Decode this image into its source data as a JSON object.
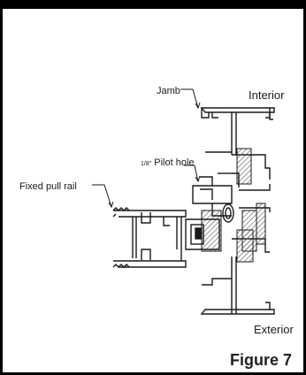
{
  "labels": {
    "jamb": "Jamb",
    "interior": "Interior",
    "pilot_fraction": "1/8\"",
    "pilot_text": " Pilot hole",
    "fixed_pull_rail": "Fixed pull rail",
    "exterior": "Exterior",
    "figure": "Figure 7"
  },
  "colors": {
    "border": "#000000",
    "line": "#1a1a1a",
    "hatch": "#555555"
  }
}
